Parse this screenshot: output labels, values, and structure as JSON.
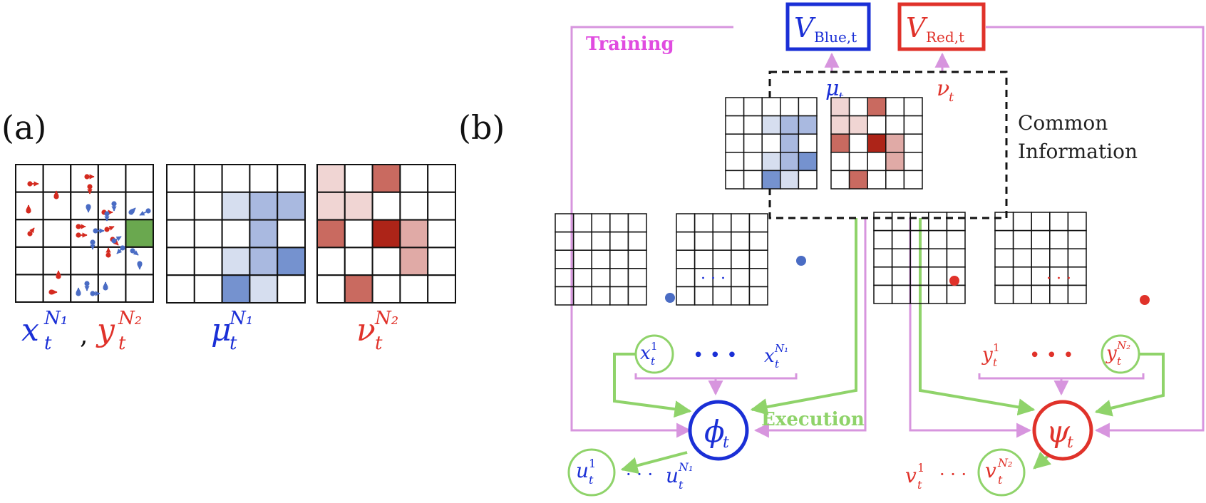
{
  "colors": {
    "blue": "#1a2fd6",
    "red": "#e0322a",
    "green": "#8fd36a",
    "pink": "#d795de",
    "magenta": "#e04ce0",
    "grid": "#111111",
    "agent_blue": "#4a6cc4",
    "agent_red": "#d42a1f",
    "target_green": "#6aa84f"
  },
  "panel_a": {
    "label": "(a)",
    "mu_levels": [
      [
        0,
        0,
        0,
        0,
        0
      ],
      [
        0,
        0,
        1,
        2,
        2
      ],
      [
        0,
        0,
        0,
        2,
        0
      ],
      [
        0,
        0,
        1,
        2,
        3
      ],
      [
        0,
        0,
        3,
        1,
        0
      ]
    ],
    "nu_levels": [
      [
        1,
        0,
        3,
        0,
        0
      ],
      [
        1,
        1,
        0,
        0,
        0
      ],
      [
        3,
        0,
        4,
        2,
        0
      ],
      [
        0,
        0,
        0,
        2,
        0
      ],
      [
        0,
        3,
        0,
        0,
        0
      ]
    ],
    "caption_x": "x",
    "caption_x_sup": "N₁",
    "caption_sep": ",",
    "caption_y": "y",
    "caption_y_sup": "N₂",
    "caption_mu": "μ",
    "caption_mu_sup": "N₁",
    "caption_nu": "ν",
    "caption_nu_sup": "N₂",
    "sub_t": "t"
  },
  "panel_b": {
    "label": "(b)",
    "v_blue_main": "V",
    "v_blue_sub": "Blue,t",
    "v_red_main": "V",
    "v_red_sub": "Red,t",
    "training": "Training",
    "execution": "Execution",
    "common_line1": "Common",
    "common_line2": "Information",
    "mu_t": "μ",
    "nu_t": "ν",
    "phi": "ϕ",
    "psi": "ψ",
    "sub_t": "t",
    "x1": "x",
    "x1_sup": "1",
    "xN": "x",
    "xN_sup": "N₁",
    "y1": "y",
    "y1_sup": "1",
    "yN": "y",
    "yN_sup": "N₂",
    "u1": "u",
    "u1_sup": "1",
    "uN": "u",
    "uN_sup": "N₁",
    "v1": "v",
    "v1_sup": "1",
    "vN": "v",
    "vN_sup": "N₂",
    "dots": "• • •",
    "small_dots": "· · ·"
  }
}
